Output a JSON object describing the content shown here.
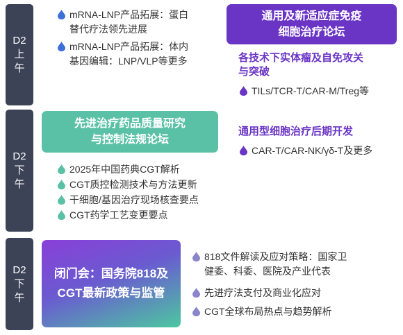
{
  "sections": [
    {
      "day_label": [
        "D2",
        "上",
        "午"
      ],
      "left_items": [
        {
          "lines": [
            "mRNA-LNP产品拓展：蛋白",
            "替代疗法领先进展"
          ],
          "icon": "drop-icon"
        },
        {
          "lines": [
            "mRNA-LNP产品拓展：体内",
            "基因编辑：LNP/VLP等更多"
          ],
          "icon": "drop-icon"
        }
      ],
      "box": {
        "lines": [
          "通用及新适应症免疫",
          "细胞治疗论坛"
        ],
        "color": "#6a34c5"
      },
      "sub_heading": [
        "各技术下实体瘤及自免攻关",
        "与突破"
      ],
      "sub_items": [
        {
          "lines": [
            "TILs/TCR-T/CAR-M/Treg等"
          ],
          "icon": "drop-icon"
        }
      ]
    },
    {
      "day_label": [
        "D2",
        "下",
        "午"
      ],
      "box": {
        "lines": [
          "先进治疗药品质量研究",
          "与控制法规论坛"
        ],
        "color": "#5bc1a6"
      },
      "items": [
        {
          "lines": [
            "2025年中国药典CGT解析"
          ],
          "icon": "drop-icon"
        },
        {
          "lines": [
            "CGT质控检测技术与方法更新"
          ],
          "icon": "drop-icon"
        },
        {
          "lines": [
            "干细胞/基因治疗现场核查要点"
          ],
          "icon": "drop-icon"
        },
        {
          "lines": [
            "CGT药学工艺变更要点"
          ],
          "icon": "drop-icon"
        }
      ],
      "right_heading": "通用型细胞治疗后期开发",
      "right_items": [
        {
          "lines": [
            "CAR-T/CAR-NK/γδ-T及更多"
          ],
          "icon": "drop-icon"
        }
      ]
    },
    {
      "day_label": [
        "D2",
        "下",
        "午"
      ],
      "box": {
        "lines": [
          "闭门会：国务院818及",
          "CGT最新政策与监管"
        ],
        "gradient": [
          "#8a3fd8",
          "#4cc7a0"
        ]
      },
      "items": [
        {
          "lines": [
            "818文件解读及应对策略：国家卫",
            "健委、科委、医院及产业代表"
          ],
          "icon": "drop-icon"
        },
        {
          "lines": [
            "先进疗法支付及商业化应对"
          ],
          "icon": "drop-icon"
        },
        {
          "lines": [
            "CGT全球布局热点与趋势解析"
          ],
          "icon": "drop-icon"
        }
      ]
    }
  ],
  "colors": {
    "tab": "#3d4357",
    "blue_drop": "#3d6fd8",
    "purple_drop": "#6a34c5",
    "green_drop": "#5bc1a6",
    "lavender_drop": "#8a86c9"
  }
}
